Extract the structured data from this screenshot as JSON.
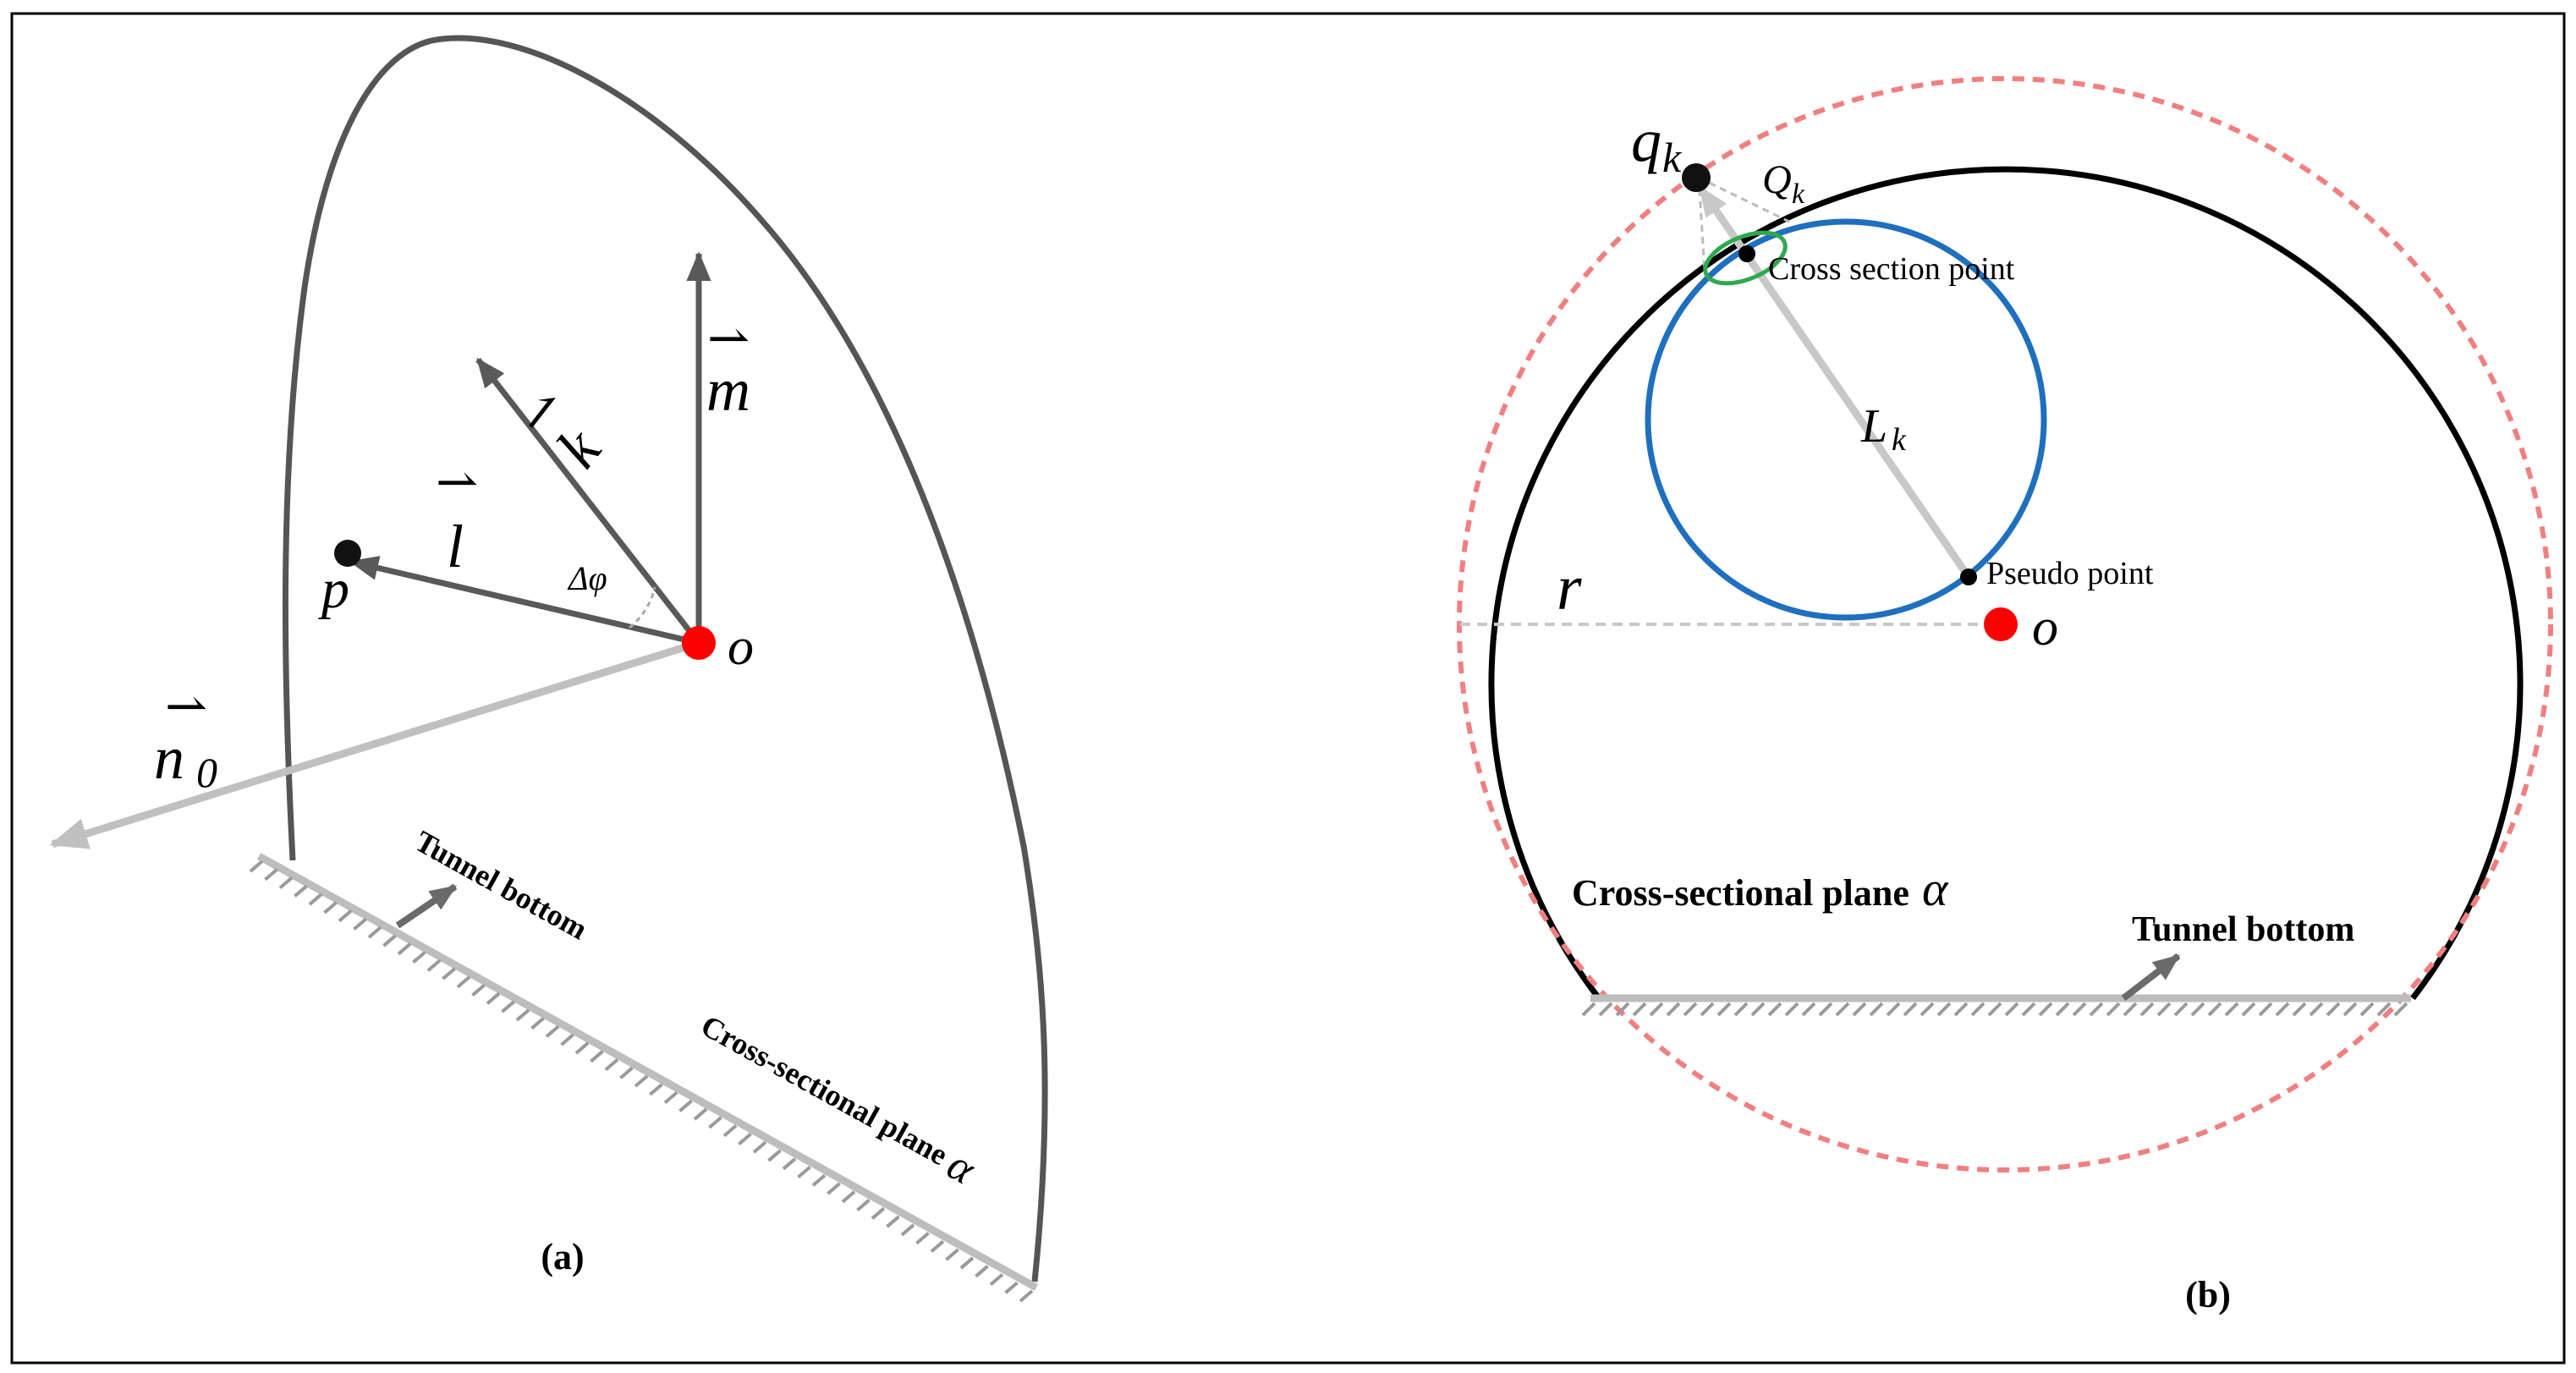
{
  "panel_a": {
    "caption": "(a)",
    "vec_m": "m",
    "vec_k": "k",
    "vec_l": "l",
    "vec_n0": "n",
    "vec_n0_sub": "0",
    "angle": "Δφ",
    "point_p": "p",
    "point_o": "o",
    "tunnel_bottom": "Tunnel bottom",
    "plane_label": "Cross-sectional plane",
    "plane_symbol": "α"
  },
  "panel_b": {
    "caption": "(b)",
    "q_label": "q",
    "q_sub": "k",
    "Q_label": "Q",
    "Q_sub": "k",
    "L_label": "L",
    "L_sub": "k",
    "cross_section_point": "Cross section point",
    "pseudo_point": "Pseudo point",
    "point_o": "o",
    "radius": "r",
    "plane_label": "Cross-sectional plane",
    "plane_symbol": "α",
    "tunnel_bottom": "Tunnel bottom"
  },
  "colors": {
    "red_point": "#ff0000",
    "blue_circle": "#1f6fbf",
    "green_ellipse": "#2fa84f",
    "red_dashed_circle": "#f08080",
    "dark_vector": "#595959",
    "light_vector": "#bdbdbd"
  }
}
